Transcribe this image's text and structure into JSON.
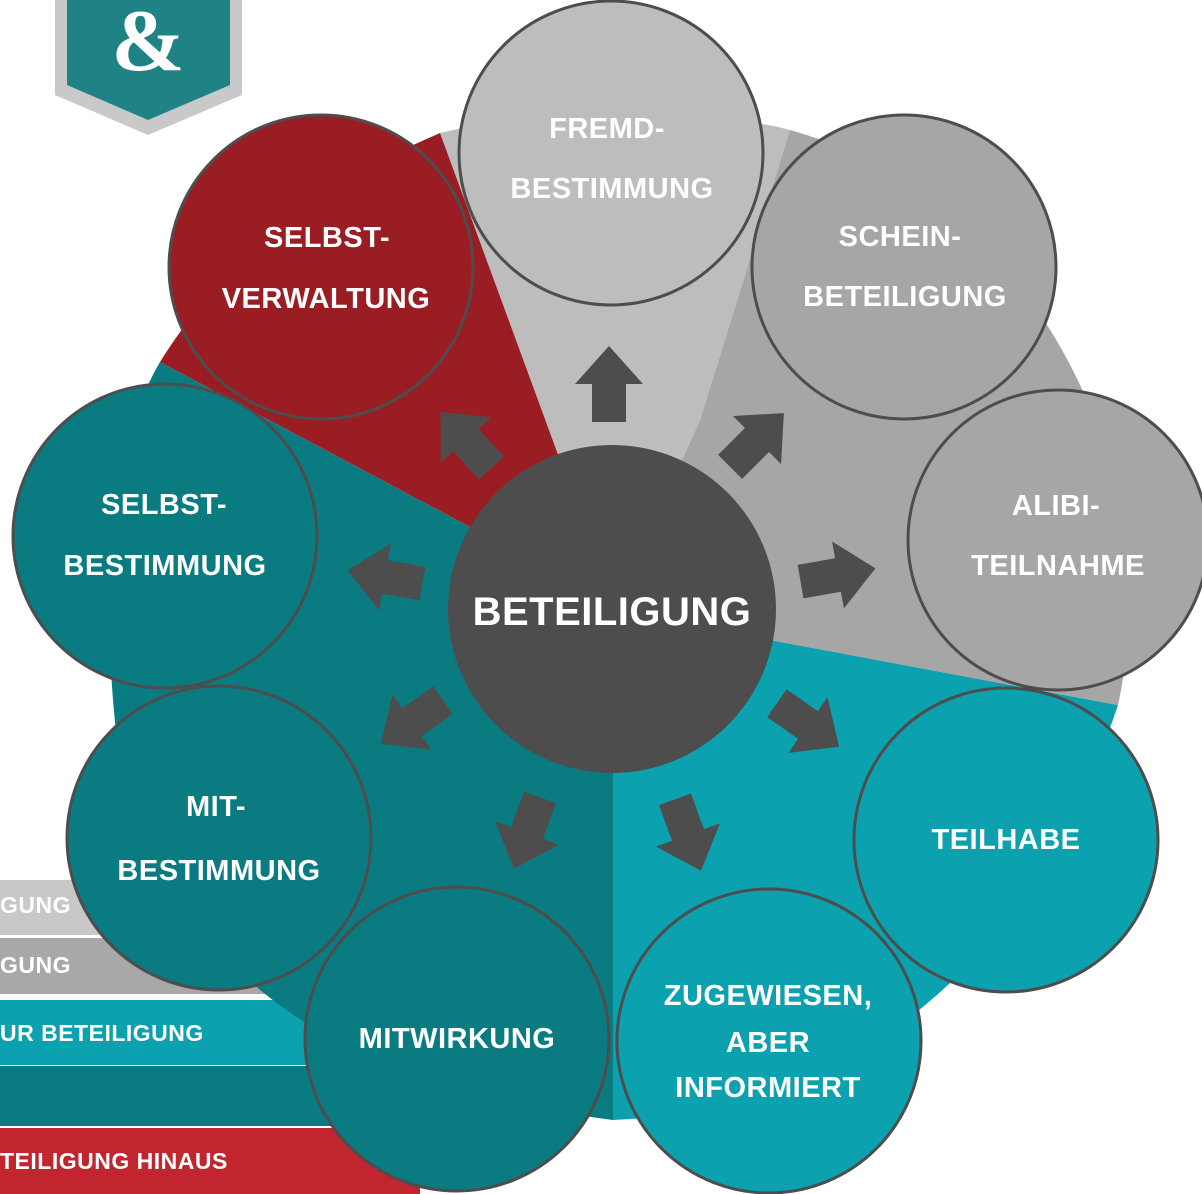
{
  "logo": {
    "glyph": "&"
  },
  "center": {
    "label": "BETEILIGUNG"
  },
  "nodes": {
    "fremdbestimmung": {
      "line1": "FREMD-",
      "line2": "BESTIMMUNG"
    },
    "scheinbeteiligung": {
      "line1": "SCHEIN-",
      "line2": "BETEILIGUNG"
    },
    "alibi": {
      "line1": "ALIBI-",
      "line2": "TEILNAHME"
    },
    "teilhabe": {
      "line1": "TEILHABE"
    },
    "zugewiesen": {
      "line1": "ZUGEWIESEN,",
      "line2": "ABER",
      "line3": "INFORMIERT"
    },
    "mitwirkung": {
      "line1": "MITWIRKUNG"
    },
    "mitbestimmung": {
      "line1": "MIT-",
      "line2": "BESTIMMUNG"
    },
    "selbstbestimmung": {
      "line1": "SELBST-",
      "line2": "BESTIMMUNG"
    },
    "selbstverwaltung": {
      "line1": "SELBST-",
      "line2": "VERWALTUNG"
    }
  },
  "legend": [
    {
      "label": "GUNG",
      "color": "#c8c8c8"
    },
    {
      "label": "GUNG",
      "color": "#a8a8a8"
    },
    {
      "label": "UR BETEILIGUNG",
      "color": "#0ca1ae"
    },
    {
      "label": "",
      "color": "#0a7b80"
    },
    {
      "label": "TEILIGUNG HINAUS",
      "color": "#c1262f"
    }
  ],
  "colors": {
    "light_gray": "#bdbdbd",
    "mid_gray": "#a6a6a6",
    "light_teal": "#0ba1ae",
    "dark_teal": "#0a7b80",
    "red": "#9a1d24",
    "center": "#4d4d4d",
    "arrow": "#4d4d4d"
  }
}
